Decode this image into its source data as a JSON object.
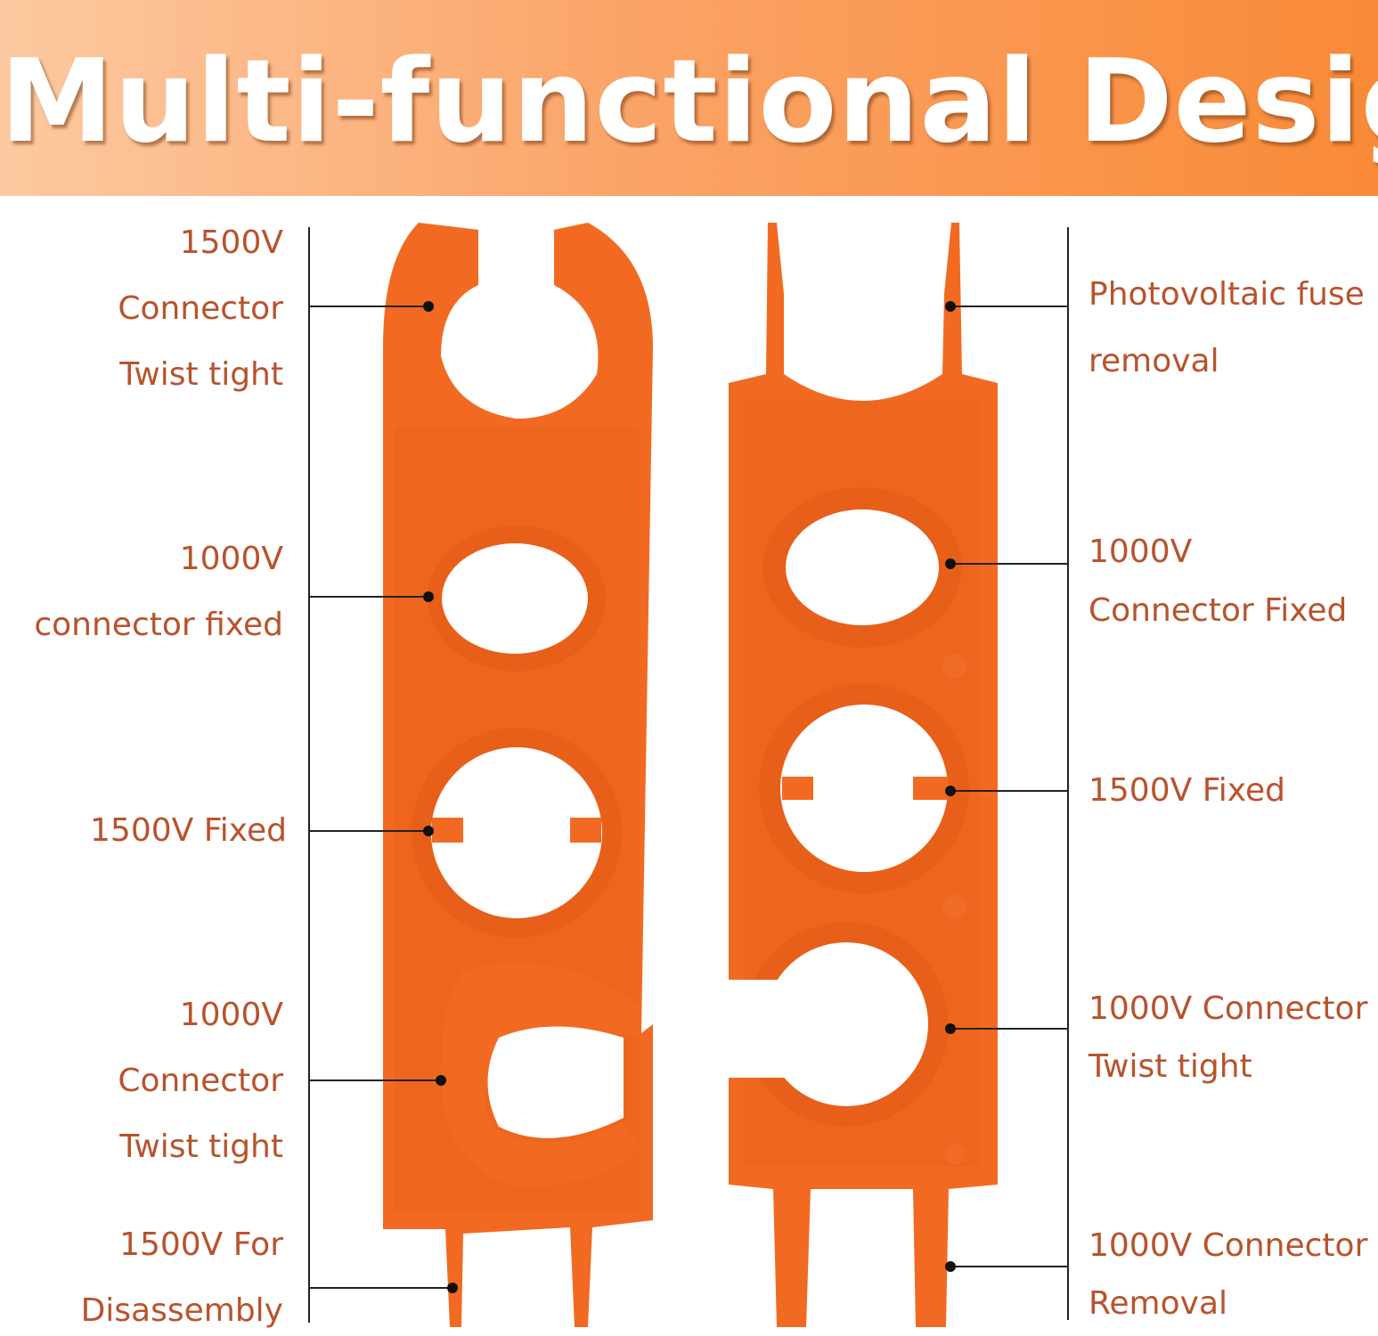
{
  "header": {
    "title": "Multi-functional Design"
  },
  "left_labels": [
    {
      "lines": [
        "1500V",
        "Connector",
        "Twist tight"
      ]
    },
    {
      "lines": [
        "1000V",
        "connector fixed"
      ]
    },
    {
      "lines": [
        "1500V Fixed"
      ]
    },
    {
      "lines": [
        "1000V",
        "Connector",
        "Twist tight"
      ]
    },
    {
      "lines": [
        "1500V For",
        "Disassembly"
      ]
    }
  ],
  "right_labels": [
    {
      "lines": [
        "Photovoltaic fuse",
        "removal"
      ]
    },
    {
      "lines": [
        "1000V",
        "Connector Fixed"
      ]
    },
    {
      "lines": [
        "1500V Fixed"
      ]
    },
    {
      "lines": [
        "1000V Connector",
        "Twist tight"
      ]
    },
    {
      "lines": [
        "1000V Connector",
        "Removal"
      ]
    }
  ],
  "colors": {
    "tool": "#f26a21",
    "label": "#b8532c",
    "banner_start": "#fcc9a0",
    "banner_end": "#f98a37"
  }
}
